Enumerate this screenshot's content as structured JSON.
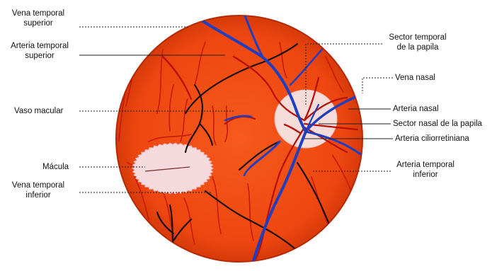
{
  "colors": {
    "fundus": "#f04a12",
    "fundus_edge": "#b52a06",
    "optic_disc": "#f6dcd8",
    "macula": "#f5dadd",
    "vein": "#1f3fbf",
    "artery": "#b5120a",
    "dark_vessel": "#1d1010",
    "leader": "#222222"
  },
  "labels": {
    "vena_temporal_superior": [
      "Vena temporal",
      "superior"
    ],
    "arteria_temporal_superior": [
      "Arteria temporal",
      "superior"
    ],
    "vaso_macular": "Vaso macular",
    "macula": "Mácula",
    "vena_temporal_inferior": [
      "Vena temporal",
      "inferior"
    ],
    "sector_temporal_papila": [
      "Sector temporal",
      "de la papila"
    ],
    "vena_nasal": "Vena nasal",
    "arteria_nasal": "Arteria nasal",
    "sector_nasal_papila": "Sector nasal de la papila",
    "arteria_cilioretiniana": "Arteria ciliorretiniana",
    "arteria_temporal_inferior": [
      "Arteria temporal",
      "inferior"
    ]
  }
}
